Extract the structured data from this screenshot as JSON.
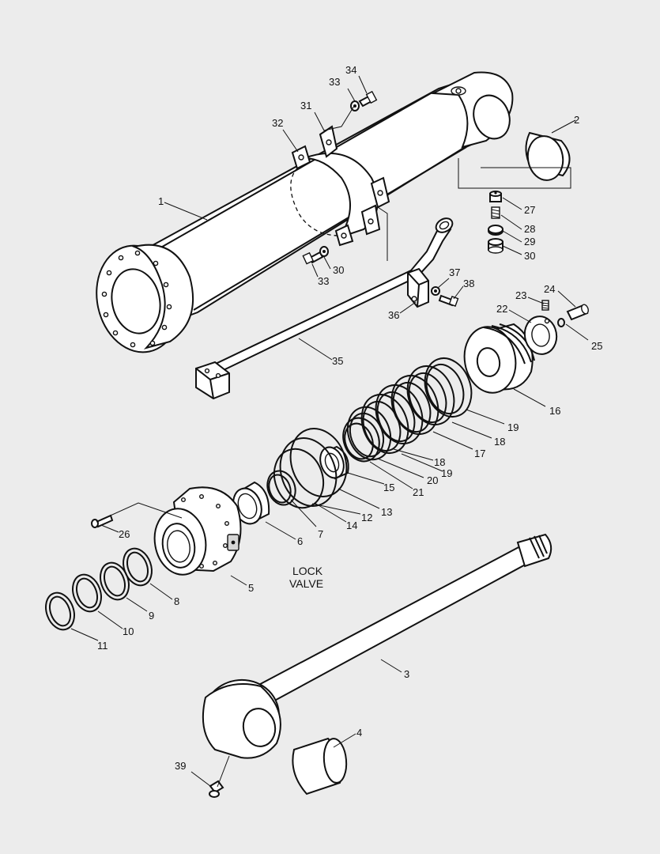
{
  "callouts": {
    "c1": "1",
    "c2": "2",
    "c3": "3",
    "c4": "4",
    "c5": "5",
    "c6": "6",
    "c7": "7",
    "c8": "8",
    "c9": "9",
    "c10": "10",
    "c11": "11",
    "c12": "12",
    "c13": "13",
    "c14": "14",
    "c15": "15",
    "c16": "16",
    "c17": "17",
    "c18a": "18",
    "c18b": "18",
    "c19a": "19",
    "c19b": "19",
    "c20": "20",
    "c21": "21",
    "c22": "22",
    "c23": "23",
    "c24": "24",
    "c25": "25",
    "c26": "26",
    "c27": "27",
    "c28": "28",
    "c29": "29",
    "c30a": "30",
    "c30b": "30",
    "c31": "31",
    "c32": "32",
    "c33a": "33",
    "c33b": "33",
    "c34": "34",
    "c35": "35",
    "c36": "36",
    "c37": "37",
    "c38": "38",
    "c39": "39"
  },
  "notes": {
    "lock_line1": "LOCK",
    "lock_line2": "VALVE"
  }
}
